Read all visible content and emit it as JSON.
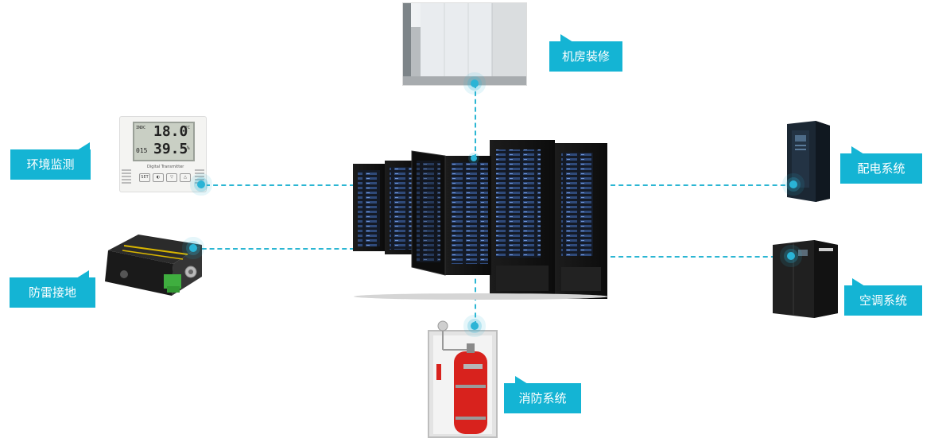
{
  "labels": {
    "room": "机房装修",
    "env": "环境监测",
    "lightning": "防雷接地",
    "power": "配电系统",
    "ac": "空调系统",
    "fire": "消防系统"
  },
  "sensor": {
    "temp": "18.0",
    "temp_unit": "°C",
    "humid": "39.5",
    "humid_unit": "%",
    "id": "015",
    "tag": "INDC",
    "brand": "Digital Transmitter",
    "btn1": "SET",
    "btn2": "◐",
    "btn3": "▽",
    "btn4": "△"
  },
  "colors": {
    "accent": "#14b4d4",
    "line": "#2bb6d3"
  }
}
